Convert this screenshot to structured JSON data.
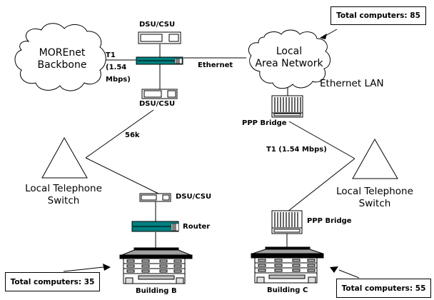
{
  "diagram": {
    "clouds": {
      "morenet": {
        "line1": "MOREnet",
        "line2": "Backbone"
      },
      "lan": {
        "line1": "Local",
        "line2": "Area Network"
      }
    },
    "labels": {
      "dsu_top": "DSU/CSU",
      "dsu_mid": "DSU/CSU",
      "dsu_bottom": "DSU/CSU",
      "t1_left_1": "T1",
      "t1_left_2": "(1.54",
      "t1_left_3": "Mbps)",
      "ethernet": "Ethernet",
      "ethernet_lan": "Ethernet LAN",
      "ppp_bridge_top": "PPP Bridge",
      "ppp_bridge_bottom": "PPP Bridge",
      "link_56k": "56k",
      "t1_right": "T1 (1.54 Mbps)",
      "router": "Router",
      "building_b": "Building B",
      "building_c": "Building C"
    },
    "switches": {
      "left": {
        "line1": "Local Telephone",
        "line2": "Switch"
      },
      "right": {
        "line1": "Local Telephone",
        "line2": "Switch"
      }
    },
    "callouts": {
      "lan_total": "Total computers: 85",
      "building_b_total": "Total computers: 35",
      "building_c_total": "Total computers: 55"
    },
    "colors": {
      "router_teal": "#008080",
      "roof_gray": "#a0a0a0",
      "window_gray": "#c0c0c0"
    }
  }
}
